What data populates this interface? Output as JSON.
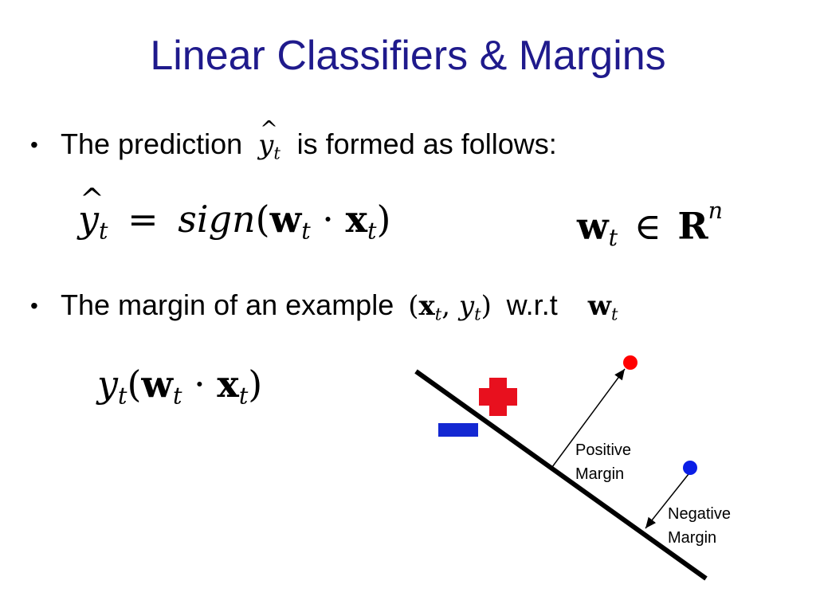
{
  "slide": {
    "title": "Linear Classifiers & Margins",
    "bullets": [
      {
        "before": "The prediction",
        "after": "is formed as follows:"
      },
      {
        "before": "The margin of an example",
        "after": "w.r.t"
      }
    ],
    "formulas": {
      "prediction_eq": "ŷt = sign(wt · xt)",
      "weight_space": "wt ∈ Rn",
      "margin_expr": "yt(wt · xt)"
    }
  },
  "diagram": {
    "positive_label_line1": "Positive",
    "positive_label_line2": "Margin",
    "negative_label_line1": "Negative",
    "negative_label_line2": "Margin",
    "colors": {
      "hyperplane": "#000000",
      "plus_sign": "#e8101e",
      "minus_sign": "#1428d2",
      "red_point": "#ff0000",
      "blue_point": "#0a1ee6",
      "title": "#1f1a8c"
    }
  }
}
